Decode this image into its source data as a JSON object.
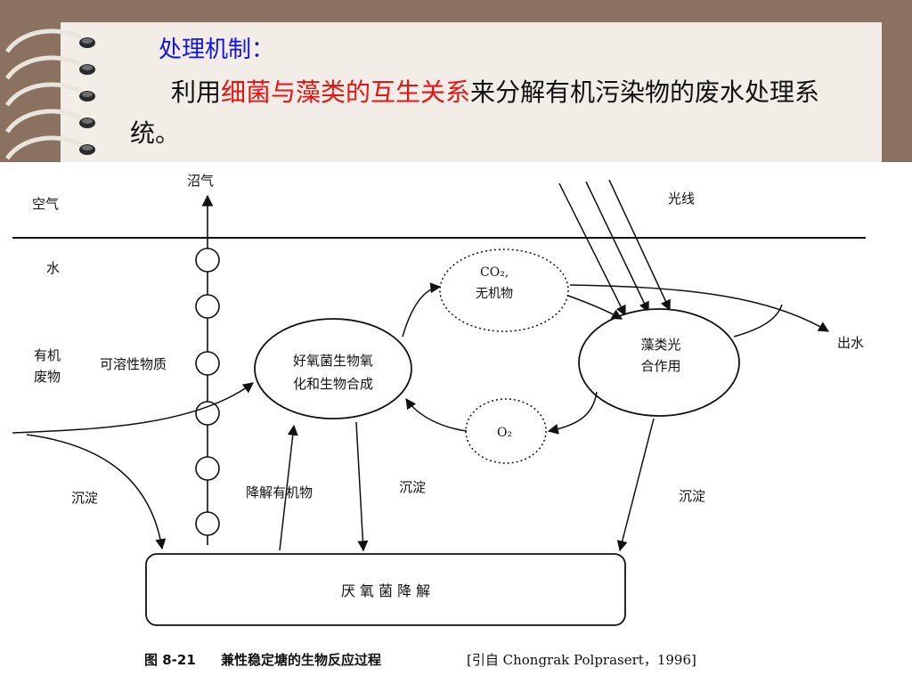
{
  "header": {
    "heading": "处理机制：",
    "body_prefix": "利用",
    "body_highlight": "细菌与藻类的互生关系",
    "body_suffix": "来分解有机污染物的废水处理系统。"
  },
  "diagram": {
    "labels": {
      "biogas": "沼气",
      "air": "空气",
      "light": "光线",
      "water": "水",
      "organic_waste_line1": "有机",
      "organic_waste_line2": "废物",
      "soluble_matter": "可溶性物质",
      "co2_label": "CO₂,",
      "inorganic": "无机物",
      "aerobic_line1": "好氧菌生物氧",
      "aerobic_line2": "化和生物合成",
      "algae_line1": "藻类光",
      "algae_line2": "合作用",
      "outflow": "出水",
      "o2_label": "O₂",
      "sediment_left": "沉淀",
      "degrade_organic": "降解有机物",
      "sediment_middle": "沉淀",
      "sediment_right": "沉淀",
      "anaerobic": "厌 氧 菌 降 解"
    },
    "caption": {
      "figure_no": "图 8-21",
      "title": "兼性稳定塘的生物反应过程",
      "source": "[引自 Chongrak Polprasert，1996]"
    }
  },
  "colors": {
    "background": "#8b7260",
    "header_bg": "#f2ede7",
    "heading_blue": "#1414e6",
    "highlight_red": "#e81414"
  }
}
